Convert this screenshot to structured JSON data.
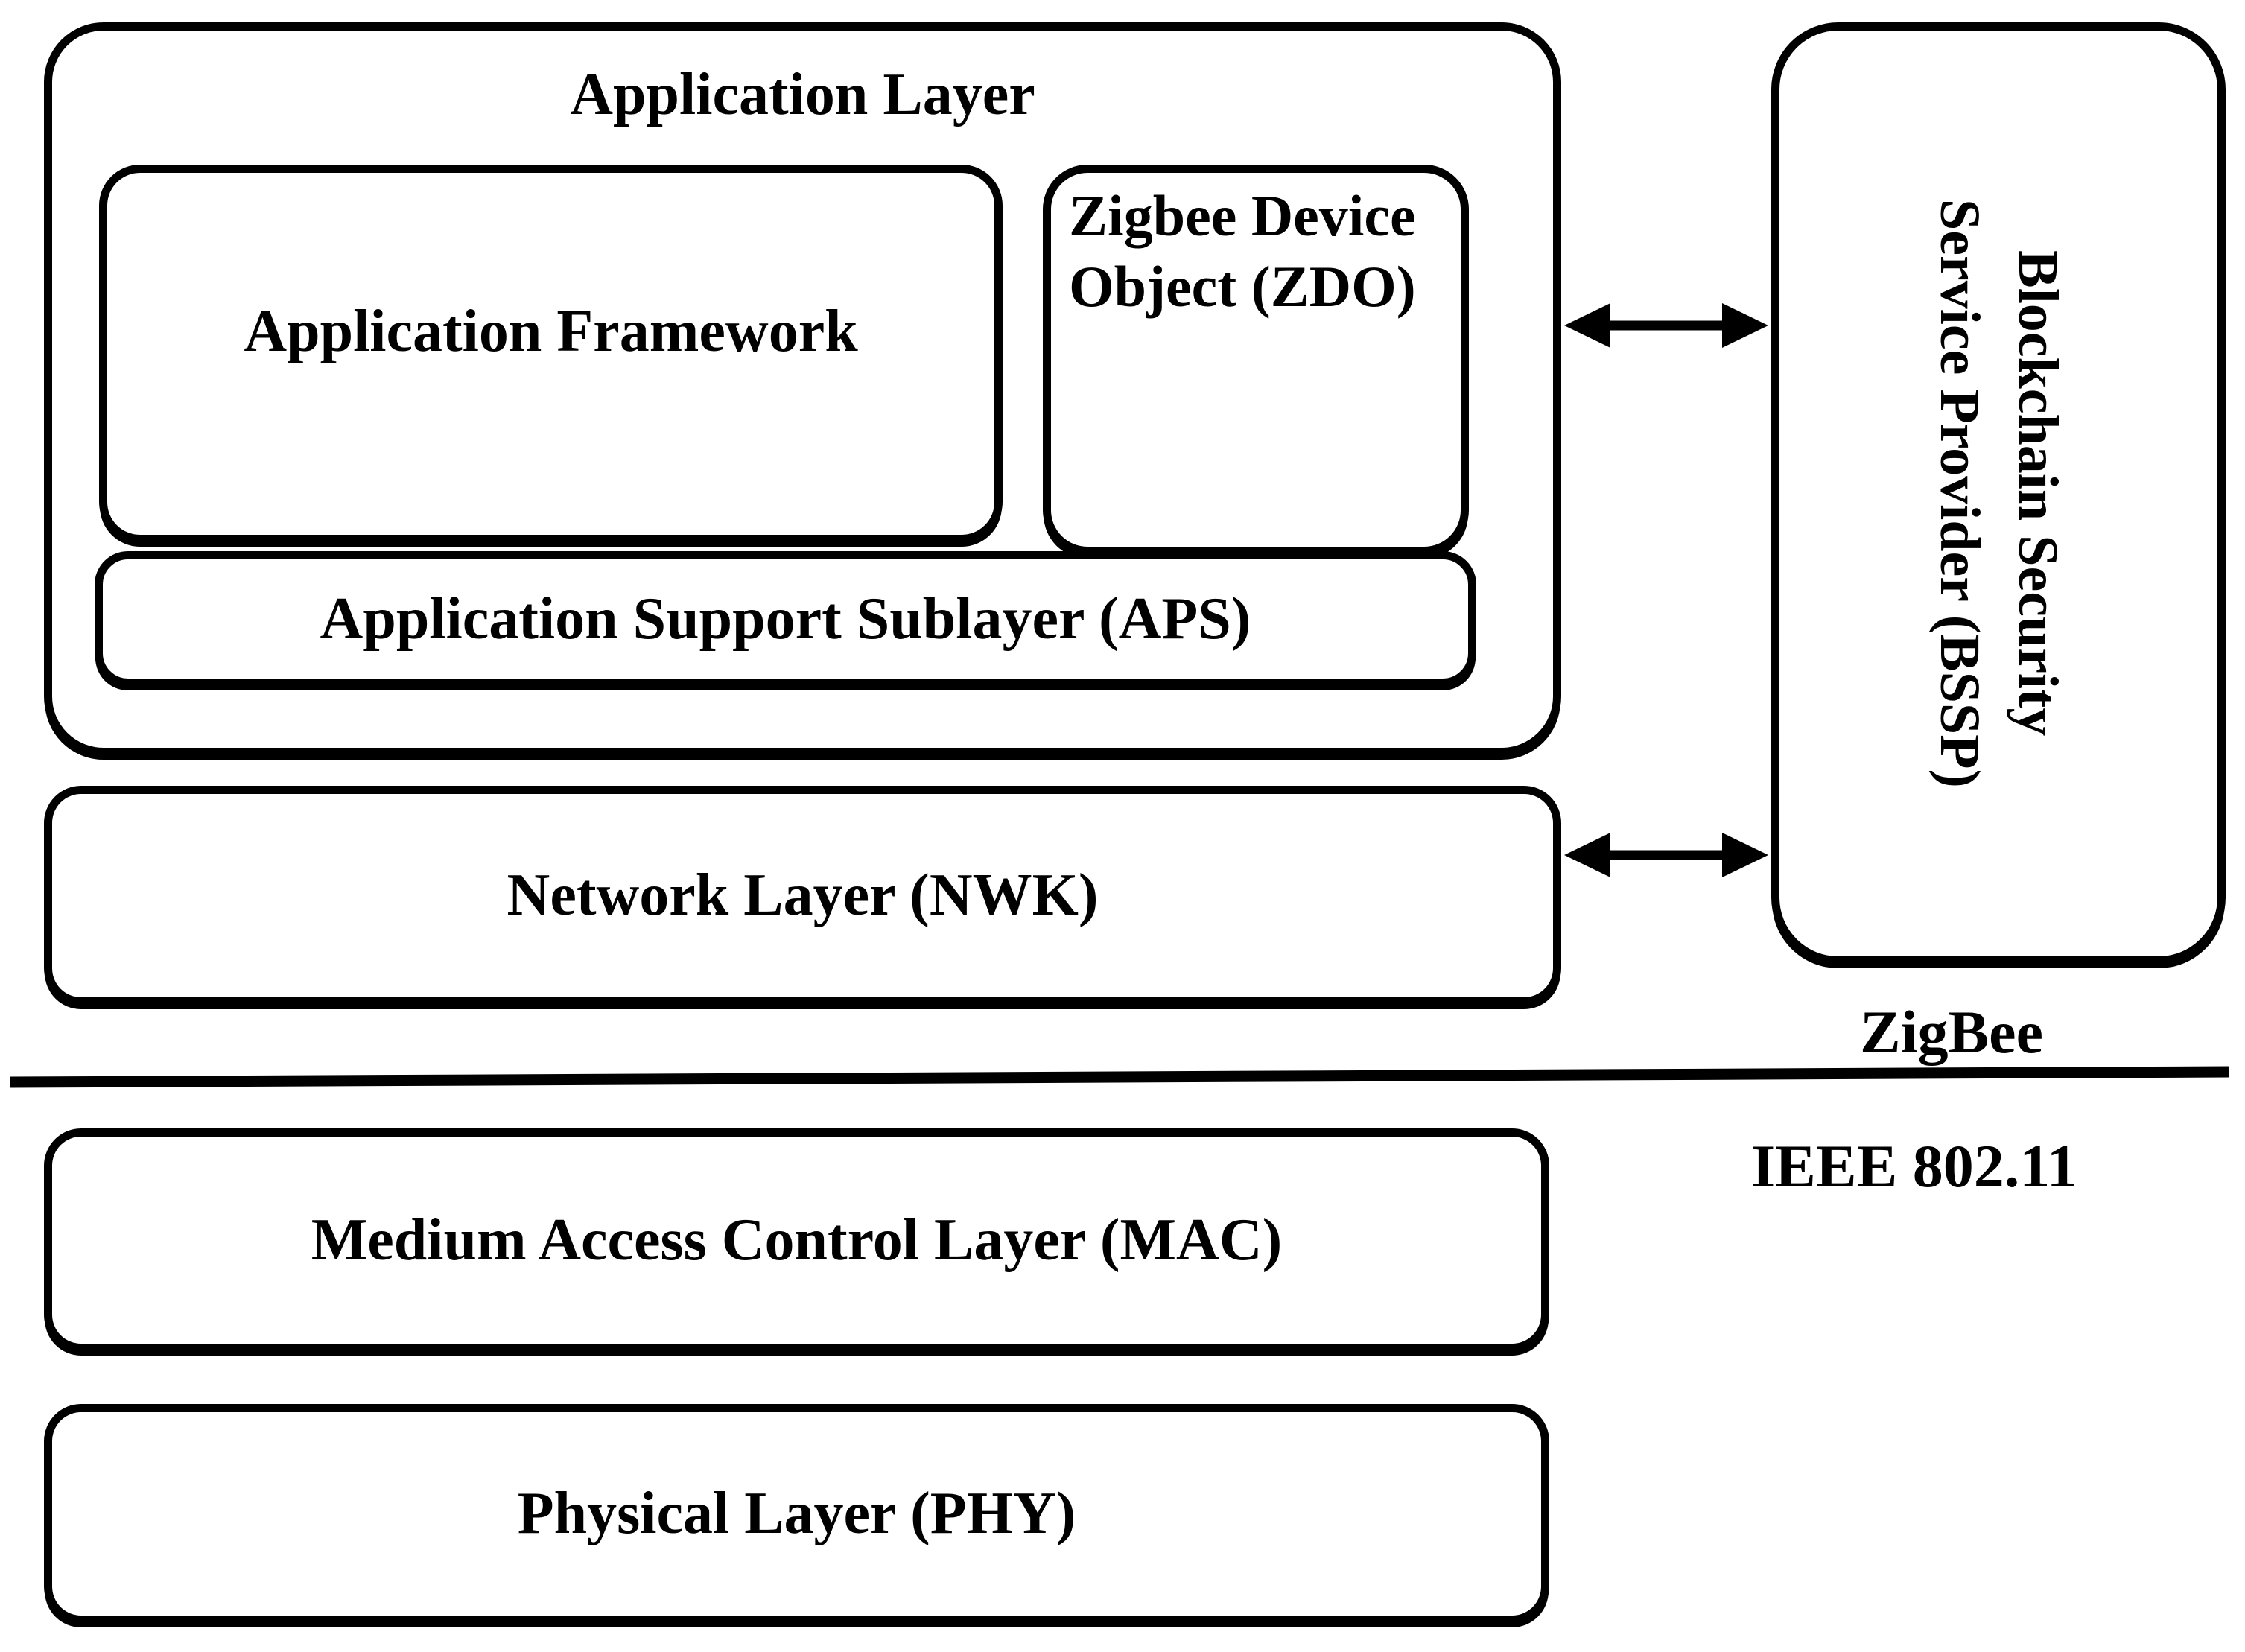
{
  "diagram": {
    "application_layer": {
      "title": "Application Layer",
      "framework_label": "Application Framework",
      "zdo_label": "Zigbee Device Object (ZDO)",
      "aps_label": "Application Support Sublayer (APS)"
    },
    "network_layer_label": "Network Layer (NWK)",
    "bssp": {
      "line1": "Blockchain Security",
      "line2": "Service Provider (BSSP)"
    },
    "zigbee_label": "ZigBee",
    "ieee_label": "IEEE 802.11",
    "mac_label": "Medium Access Control Layer (MAC)",
    "phy_label": "Physical Layer (PHY)",
    "colors": {
      "stroke": "#000000",
      "background": "#ffffff"
    }
  }
}
